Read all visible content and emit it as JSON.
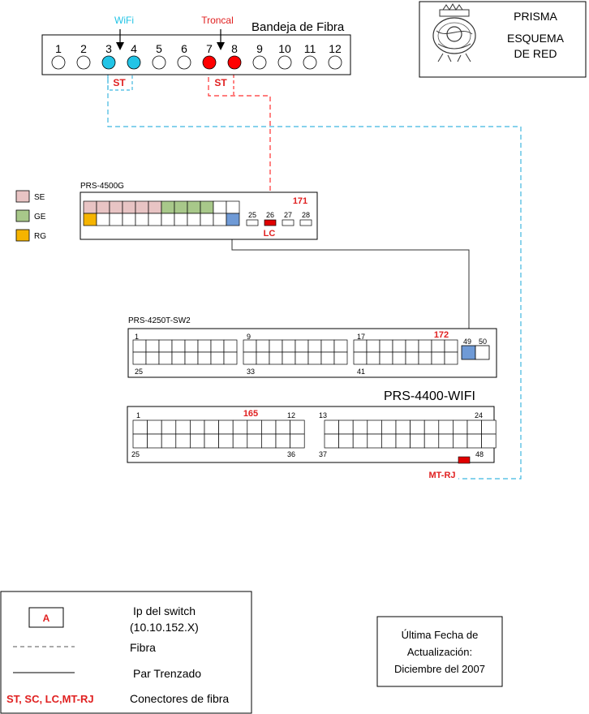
{
  "colors": {
    "wifi": "#22c4e6",
    "troncal": "#ff0000",
    "red_text": "#e02020",
    "se": "#e8c4c4",
    "ge": "#a8c88a",
    "rg": "#f5b400",
    "port_blue": "#6f9ad6",
    "port_red": "#e00000",
    "fiber_blue": "#3fb8e0",
    "fiber_red": "#ff3030"
  },
  "tray": {
    "title": "Bandeja de Fibra",
    "ports": [
      "1",
      "2",
      "3",
      "4",
      "5",
      "6",
      "7",
      "8",
      "9",
      "10",
      "11",
      "12"
    ],
    "wifi_label": "WiFi",
    "troncal_label": "Troncal",
    "st_left": "ST",
    "st_right": "ST"
  },
  "title_box": {
    "line1": "PRISMA",
    "line2": "ESQUEMA",
    "line3": "DE  RED"
  },
  "legend_top": [
    {
      "key": "se",
      "label": "SE"
    },
    {
      "key": "ge",
      "label": "GE"
    },
    {
      "key": "rg",
      "label": "RG"
    }
  ],
  "sw4500": {
    "name": "PRS-4500G",
    "ip": "171",
    "ports": [
      "25",
      "26",
      "27",
      "28"
    ],
    "connector": "LC"
  },
  "sw4250": {
    "name": "PRS-4250T-SW2",
    "ip": "172",
    "labels": [
      "1",
      "9",
      "17",
      "25",
      "33",
      "41"
    ],
    "fiber_ports": [
      "49",
      "50"
    ]
  },
  "sw4400": {
    "name": "PRS-4400-WIFI",
    "ip": "165",
    "labels": [
      "1",
      "12",
      "13",
      "24",
      "25",
      "36",
      "37",
      "48"
    ],
    "connector": "MT-RJ"
  },
  "legend_bottom": {
    "ip_sample": "A",
    "ip_label_1": "Ip del switch",
    "ip_label_2": "(10.10.152.X)",
    "fiber_label": "Fibra",
    "pair_label": "Par Trenzado",
    "connectors_sample": "ST, SC, LC,MT-RJ",
    "connectors_label": "Conectores de fibra"
  },
  "update_box": {
    "line1": "Última Fecha de",
    "line2": "Actualización:",
    "line3": "Diciembre del 2007"
  }
}
